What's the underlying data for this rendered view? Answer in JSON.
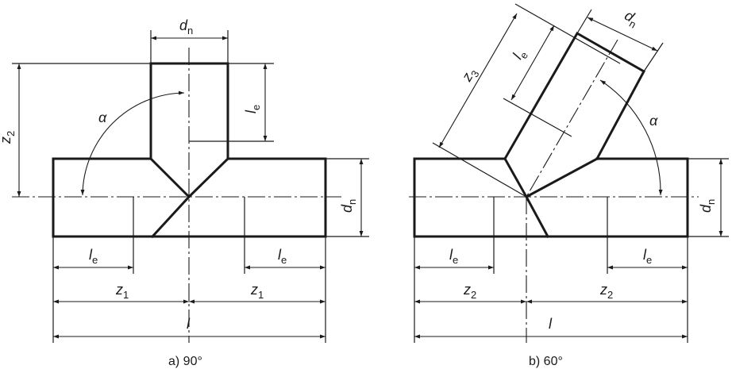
{
  "labels": {
    "d": "d",
    "n": "n",
    "l": "l",
    "e": "e",
    "z": "z",
    "one": "1",
    "two": "2",
    "three": "3",
    "alpha": "α"
  },
  "captions": {
    "a": "a) 90°",
    "b": "b) 60°"
  }
}
